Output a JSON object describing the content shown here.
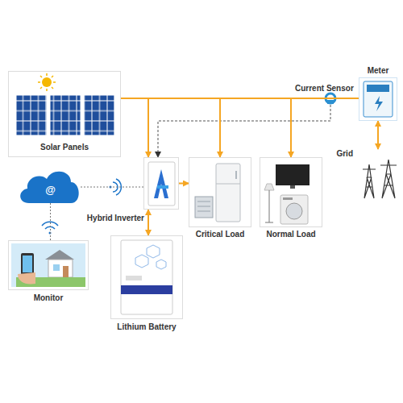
{
  "diagram": {
    "nodes": [
      {
        "text": [
          "Solar Panels"
        ]
      },
      {
        "text": [
          "Meter"
        ]
      },
      {
        "text": [
          "Grid"
        ]
      },
      {
        "text": [
          "@"
        ]
      },
      {
        "text": [
          "Hybrid Inverter"
        ]
      },
      {
        "text": [
          "Critical Load"
        ]
      },
      {
        "text": [
          "Normal Load"
        ]
      },
      {
        "text": [
          "Monitor"
        ]
      },
      {
        "text": [
          "Lithium Battery"
        ]
      }
    ],
    "edges": [
      {
        "from": 0,
        "to": 4,
        "arrow": "to"
      },
      {
        "from": 0,
        "to": 5,
        "arrow": "to"
      },
      {
        "from": 0,
        "to": 6,
        "arrow": "to"
      },
      {
        "from": 0,
        "to": 1,
        "arrow": "none"
      },
      {
        "from": 1,
        "to": 2,
        "arrow": "both"
      },
      {
        "from": 4,
        "to": 5,
        "arrow": "to"
      },
      {
        "from": 4,
        "to": 8,
        "arrow": "both"
      },
      {
        "from": 3,
        "to": 4,
        "arrow": "none"
      },
      {
        "from": 3,
        "to": 7,
        "arrow": "none"
      }
    ],
    "labels": [
      "Current Sensor"
    ]
  }
}
